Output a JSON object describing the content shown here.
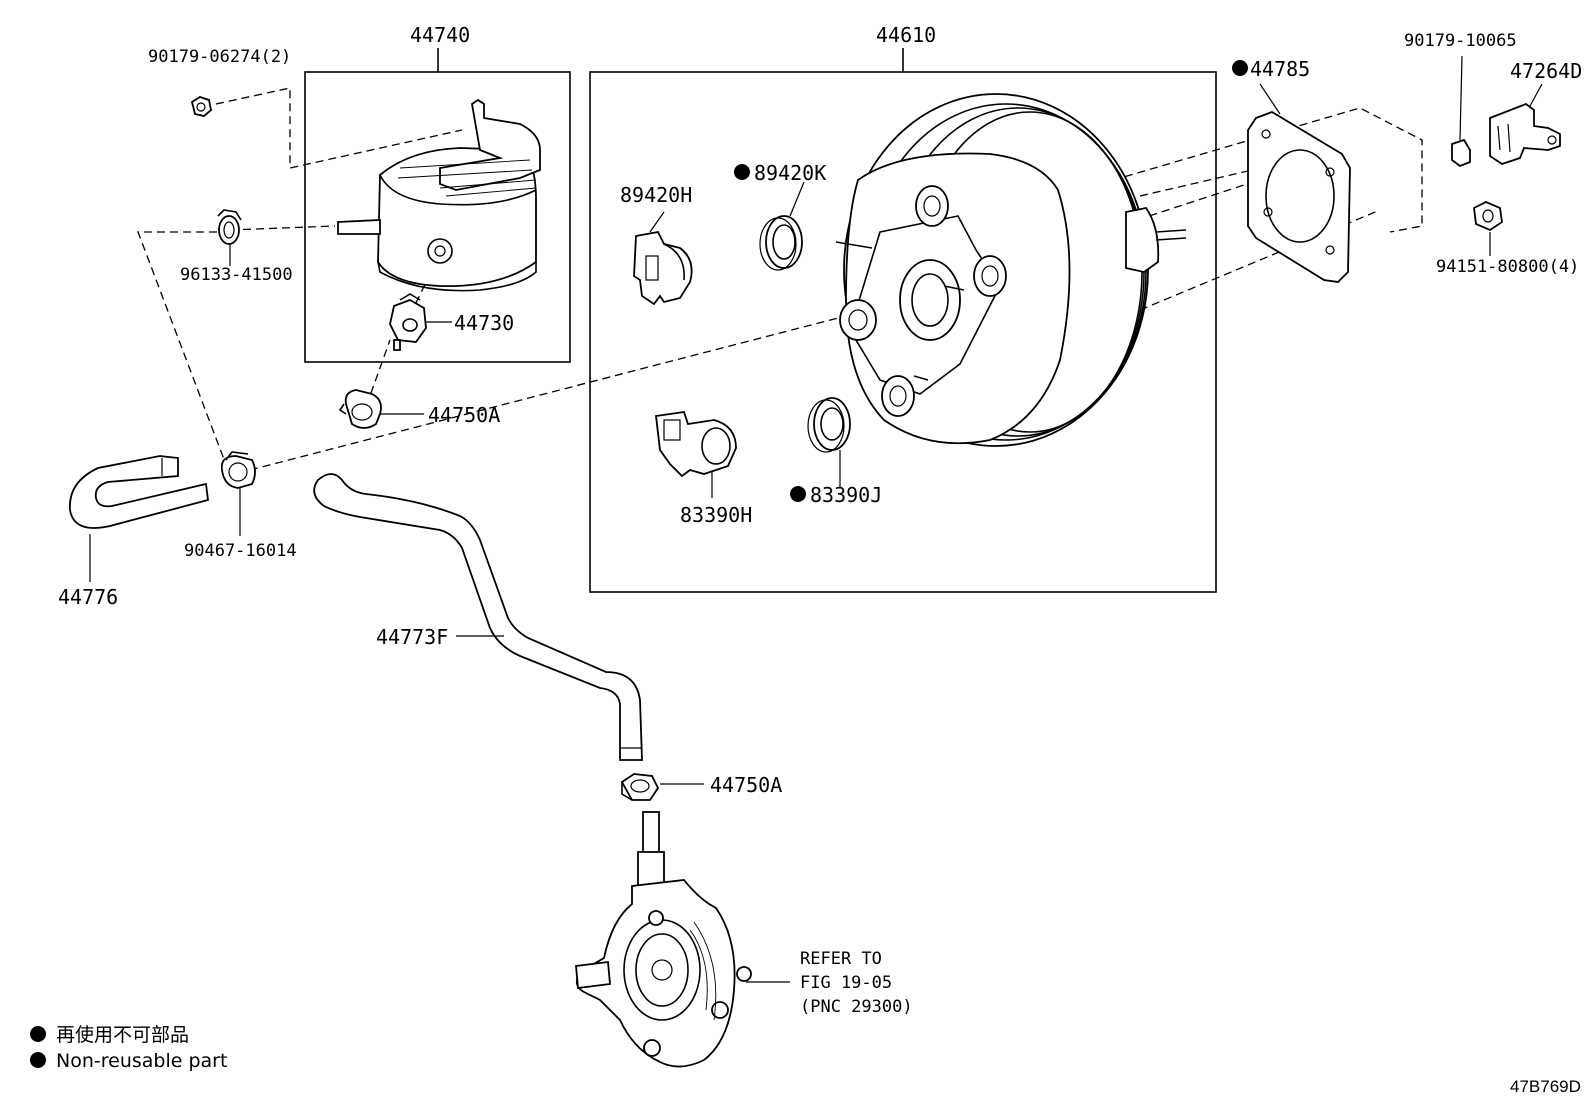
{
  "labels": {
    "nut_90179_06274": "90179-06274(2)",
    "canister_44740": "44740",
    "booster_44610": "44610",
    "gasket_44785": "44785",
    "nut_90179_10065": "90179-10065",
    "bracket_47264D": "47264D",
    "clip_96133_41500": "96133-41500",
    "sensor_89420H": "89420H",
    "seal_89420K": "89420K",
    "nut_94151_80800": "94151-80800(4)",
    "valve_44730": "44730",
    "clamp_44750A_top": "44750A",
    "grommet_83390J": "83390J",
    "sensor_83390H": "83390H",
    "clip_90467_16014": "90467-16014",
    "hose_44776": "44776",
    "hose_44773F": "44773F",
    "clamp_44750A_bottom": "44750A"
  },
  "reference": {
    "line1": "REFER TO",
    "line2": "FIG 19-05",
    "line3": "(PNC 29300)"
  },
  "legend": {
    "japanese": "再使用不可部品",
    "english": "Non-reusable part"
  },
  "figure_id": "47B769D"
}
